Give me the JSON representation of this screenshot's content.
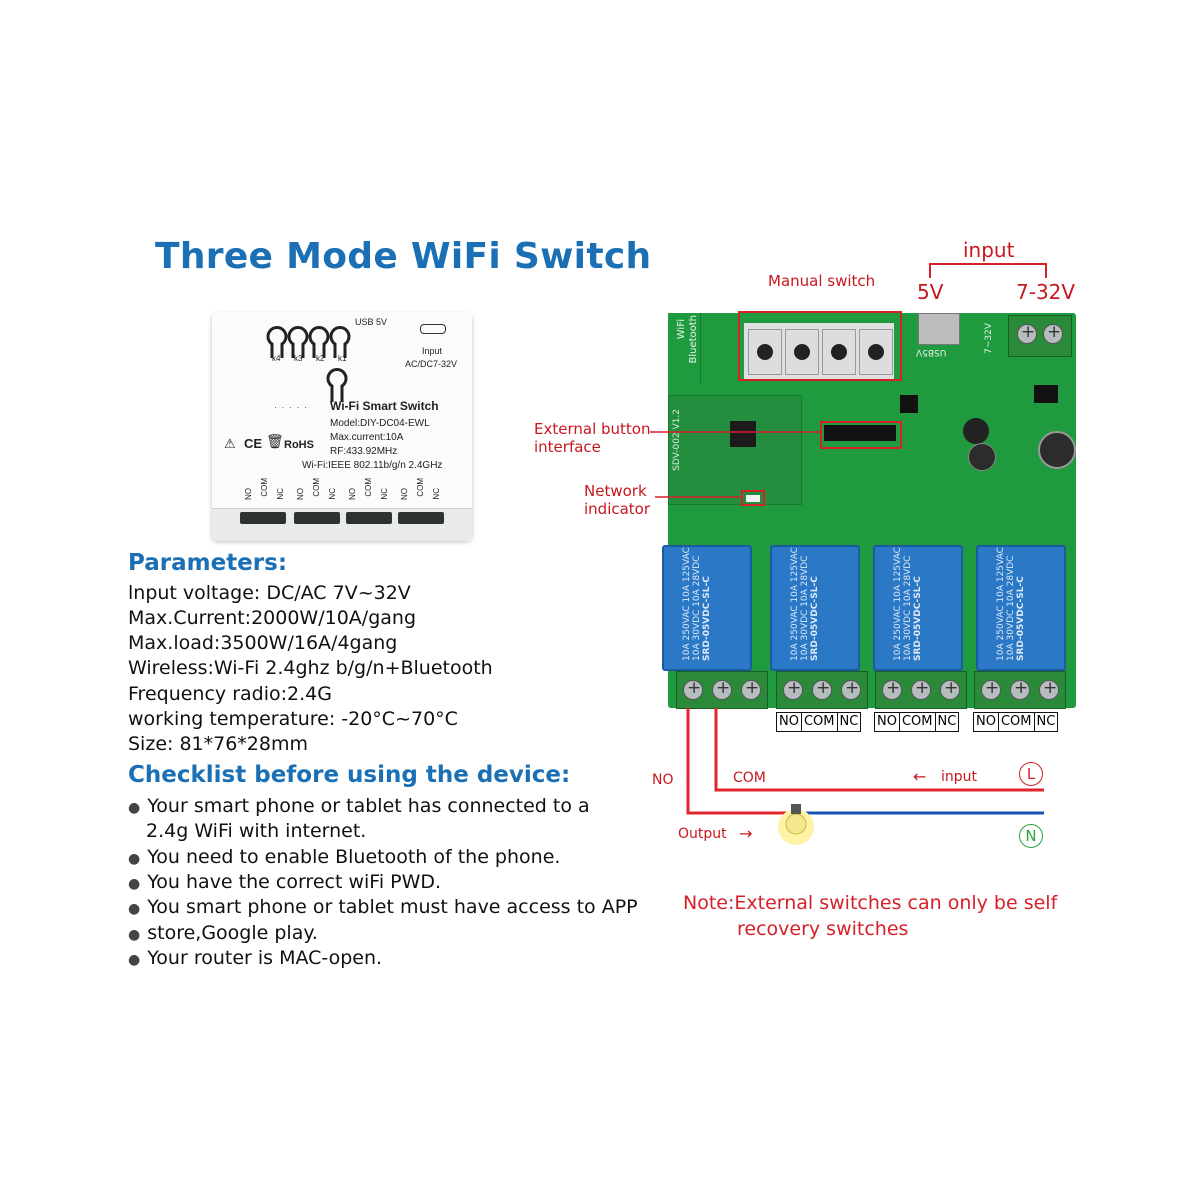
{
  "title": "Three Mode WiFi Switch",
  "product": {
    "usb_label": "USB 5V",
    "input_label": "Input",
    "input_spec": "AC/DC7-32V",
    "key_labels": [
      "k4",
      "k3",
      "k2",
      "k1"
    ],
    "name": "Wi-Fi Smart Switch",
    "model": "Model:DIY-DC04-EWL",
    "max_current": "Max.current:10A",
    "rf": "RF:433.92MHz",
    "wifi": "Wi-Fi:IEEE 802.11b/g/n 2.4GHz",
    "rohs": "RoHS",
    "terminal_labels": [
      "NO",
      "COM",
      "NC",
      "NO",
      "COM",
      "NC",
      "NO",
      "COM",
      "NC",
      "NO",
      "COM",
      "NC"
    ]
  },
  "parameters": {
    "heading": "Parameters:",
    "items": [
      "lnput voltage: DC/AC 7V~32V",
      "Max.Current:2000W/10A/gang",
      "Max.load:3500W/16A/4gang",
      "Wireless:Wi-Fi 2.4ghz b/g/n+Bluetooth",
      "Frequency radio:2.4G",
      "working temperature: -20°C~70°C",
      "Size: 81*76*28mm"
    ]
  },
  "checklist": {
    "heading": "Checklist before using the device:",
    "items": [
      {
        "text": "Your smart phone or tablet has connected to a",
        "cont": "2.4g WiFi with internet."
      },
      {
        "text": "You need to enable Bluetooth of the phone."
      },
      {
        "text": "You have the correct wiFi PWD."
      },
      {
        "text": "You smart phone or tablet must have access to APP"
      },
      {
        "text": "store,Google play."
      },
      {
        "text": "Your router is MAC-open."
      }
    ]
  },
  "board": {
    "input_label": "input",
    "v5_label": "5V",
    "v732_label": "7-32V",
    "manual_switch": "Manual switch",
    "external_button_1": "External button",
    "external_button_2": "interface",
    "network_1": "Network",
    "network_2": "indicator",
    "wifi_text": "WiFi",
    "bt_text": "Bluetooth",
    "usb_text": "USB5V",
    "v732_silk": "7~32V",
    "pcb_code": "SDV-002 V1.2",
    "relay_text_1": "10A 250VAC 10A 125VAC",
    "relay_text_2": "10A 30VDC 10A 28VDC",
    "relay_text_3": "SRD-05VDC-SL-C",
    "terminal_group": [
      "NO",
      "COM",
      "NC"
    ]
  },
  "wiring": {
    "no": "NO",
    "com": "COM",
    "input": "input",
    "output": "Output",
    "live": "L",
    "neutral": "N",
    "arrow_left": "←",
    "arrow_right": "→"
  },
  "note": {
    "line1": "Note:External switches can only be self",
    "line2": "recovery switches"
  },
  "colors": {
    "title_blue": "#1a6fb5",
    "annotation_red": "#d6202a",
    "pcb_green": "#1f9a3e",
    "relay_blue": "#2a78c6",
    "neutral_wire": "#1a4fb5"
  }
}
